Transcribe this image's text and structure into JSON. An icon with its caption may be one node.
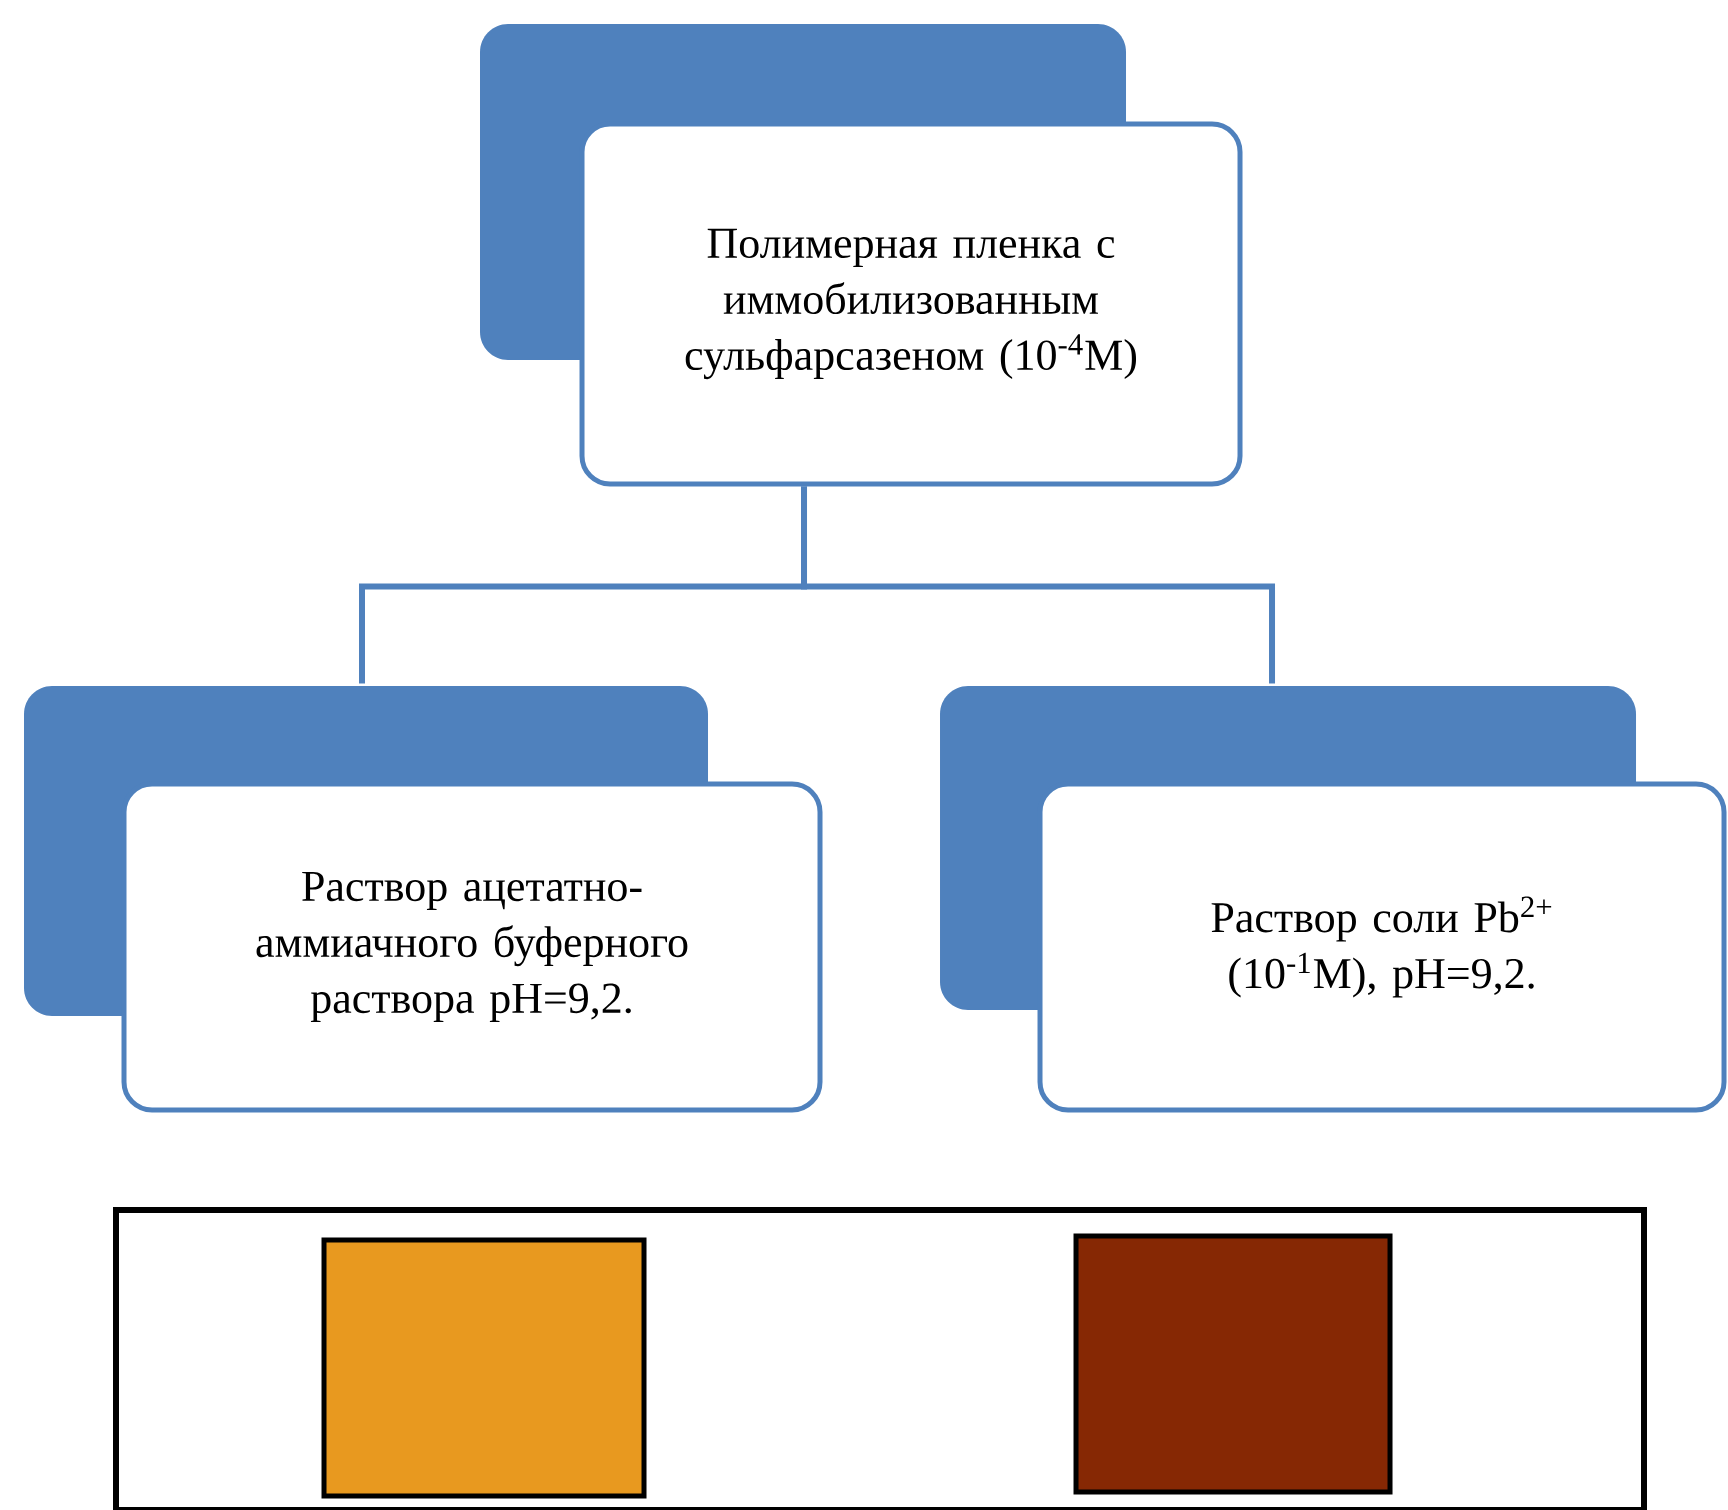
{
  "diagram": {
    "nodes": [
      {
        "text": [
          "Полимерная пленка с иммобилизованным сульфарсазеном (10$^{-4}$M)"
        ]
      },
      {
        "text": [
          "Раствор ацетатно-аммиачного буферного раствора pH=9,2."
        ]
      },
      {
        "text": [
          "Раствор соли  Pb$^{2+}$ (10$^{-1}$M), pH=9,2."
        ]
      },
      {
        "text": [],
        "shape": "box"
      },
      {
        "text": [],
        "shape": "box",
        "in": 3
      },
      {
        "text": [],
        "shape": "box",
        "in": 3
      }
    ],
    "edges": [
      {
        "from": 0,
        "to": 1,
        "arrow": "none"
      },
      {
        "from": 0,
        "to": 2,
        "arrow": "none"
      }
    ]
  }
}
